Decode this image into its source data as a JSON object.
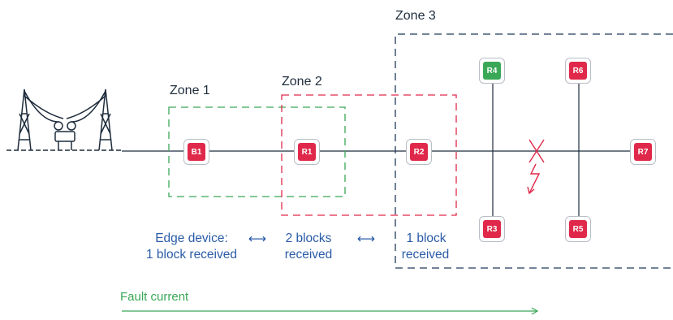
{
  "zones": [
    {
      "label": "Zone 1",
      "color": "#3aa857"
    },
    {
      "label": "Zone 2",
      "color": "#e0294a"
    },
    {
      "label": "Zone 3",
      "color": "#1f3a5a"
    }
  ],
  "nodes": [
    {
      "id": "B1",
      "color": "#e0294a"
    },
    {
      "id": "R1",
      "color": "#e0294a"
    },
    {
      "id": "R2",
      "color": "#e0294a"
    },
    {
      "id": "R3",
      "color": "#e0294a"
    },
    {
      "id": "R4",
      "color": "#3aa857"
    },
    {
      "id": "R5",
      "color": "#e0294a"
    },
    {
      "id": "R6",
      "color": "#e0294a"
    },
    {
      "id": "R7",
      "color": "#e0294a"
    }
  ],
  "annotations": {
    "edge_line1": "Edge device:",
    "edge_line2": "1 block received",
    "two_line1": "2 blocks",
    "two_line2": "received",
    "one_line1": "1 block",
    "one_line2": "received",
    "arrow_symbol": "⟷"
  },
  "fault_current": {
    "label": "Fault current",
    "color": "#3aa857"
  },
  "fault": {
    "color": "#e0294a"
  },
  "bus_color": "#1f2d3d"
}
